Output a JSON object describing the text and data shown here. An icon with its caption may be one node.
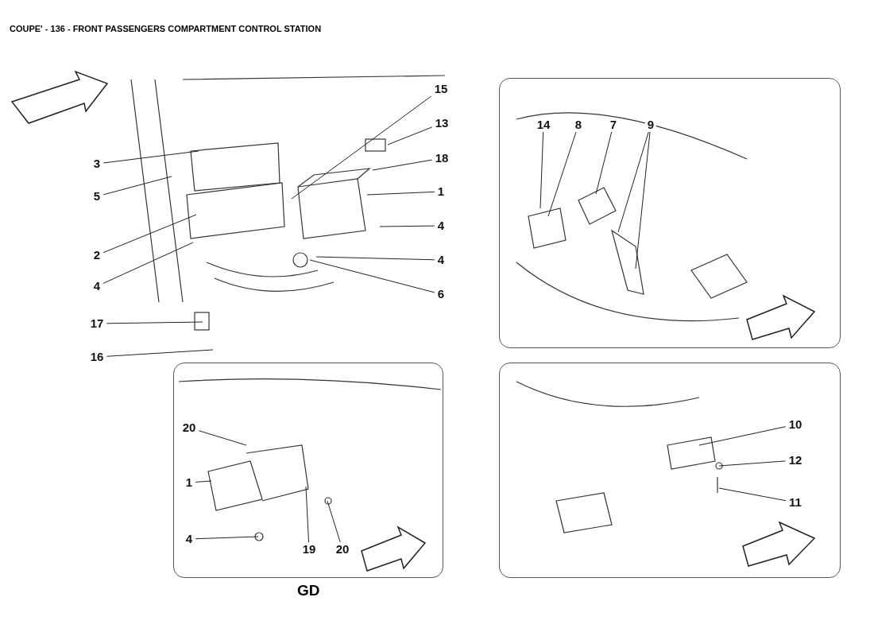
{
  "diagram": {
    "title": "COUPE' - 136 - FRONT PASSENGERS COMPARTMENT CONTROL STATION",
    "nodes": [
      {
        "text": [
          "15"
        ]
      },
      {
        "text": [
          "13"
        ]
      },
      {
        "text": [
          "18"
        ]
      },
      {
        "text": [
          "3"
        ]
      },
      {
        "text": [
          "5"
        ]
      },
      {
        "text": [
          "1"
        ]
      },
      {
        "text": [
          "4"
        ]
      },
      {
        "text": [
          "2"
        ]
      },
      {
        "text": [
          "4"
        ]
      },
      {
        "text": [
          "4"
        ]
      },
      {
        "text": [
          "6"
        ]
      },
      {
        "text": [
          "17"
        ]
      },
      {
        "text": [
          "16"
        ]
      },
      {
        "text": [],
        "shape": "box"
      },
      {
        "text": [
          "14"
        ],
        "in": 13
      },
      {
        "text": [
          "8"
        ],
        "in": 13
      },
      {
        "text": [
          "7"
        ],
        "in": 13
      },
      {
        "text": [
          "9"
        ],
        "in": 13
      },
      {
        "text": [
          "GD"
        ]
      },
      {
        "text": [
          "20"
        ],
        "in": 18
      },
      {
        "text": [
          "1"
        ],
        "in": 18
      },
      {
        "text": [
          "4"
        ],
        "in": 18
      },
      {
        "text": [
          "19"
        ],
        "in": 18
      },
      {
        "text": [
          "20"
        ],
        "in": 18
      },
      {
        "text": [],
        "shape": "box"
      },
      {
        "text": [
          "10"
        ],
        "in": 24
      },
      {
        "text": [
          "12"
        ],
        "in": 24
      },
      {
        "text": [
          "11"
        ],
        "in": 24
      }
    ],
    "edges": [
      {
        "from": 0,
        "to": null,
        "arrow": "none"
      },
      {
        "from": 1,
        "to": null,
        "arrow": "none"
      },
      {
        "from": 2,
        "to": null,
        "arrow": "none"
      },
      {
        "from": 3,
        "to": null,
        "arrow": "none"
      },
      {
        "from": 4,
        "to": null,
        "arrow": "none"
      },
      {
        "from": 5,
        "to": null,
        "arrow": "none"
      },
      {
        "from": 6,
        "to": null,
        "arrow": "none"
      },
      {
        "from": 7,
        "to": null,
        "arrow": "none"
      },
      {
        "from": 8,
        "to": null,
        "arrow": "none"
      },
      {
        "from": 9,
        "to": null,
        "arrow": "none"
      },
      {
        "from": 10,
        "to": null,
        "arrow": "none"
      },
      {
        "from": 11,
        "to": null,
        "arrow": "none"
      },
      {
        "from": 12,
        "to": null,
        "arrow": "none"
      },
      {
        "from": 14,
        "to": null,
        "arrow": "none"
      },
      {
        "from": 15,
        "to": null,
        "arrow": "none"
      },
      {
        "from": 16,
        "to": null,
        "arrow": "none"
      },
      {
        "from": 17,
        "to": null,
        "arrow": "none"
      },
      {
        "from": 17,
        "to": null,
        "arrow": "none"
      },
      {
        "from": 19,
        "to": null,
        "arrow": "none"
      },
      {
        "from": 20,
        "to": null,
        "arrow": "none"
      },
      {
        "from": 21,
        "to": null,
        "arrow": "none"
      },
      {
        "from": 22,
        "to": null,
        "arrow": "none"
      },
      {
        "from": 23,
        "to": null,
        "arrow": "none"
      },
      {
        "from": 25,
        "to": null,
        "arrow": "none"
      },
      {
        "from": 26,
        "to": null,
        "arrow": "none"
      },
      {
        "from": 27,
        "to": null,
        "arrow": "none"
      }
    ]
  }
}
